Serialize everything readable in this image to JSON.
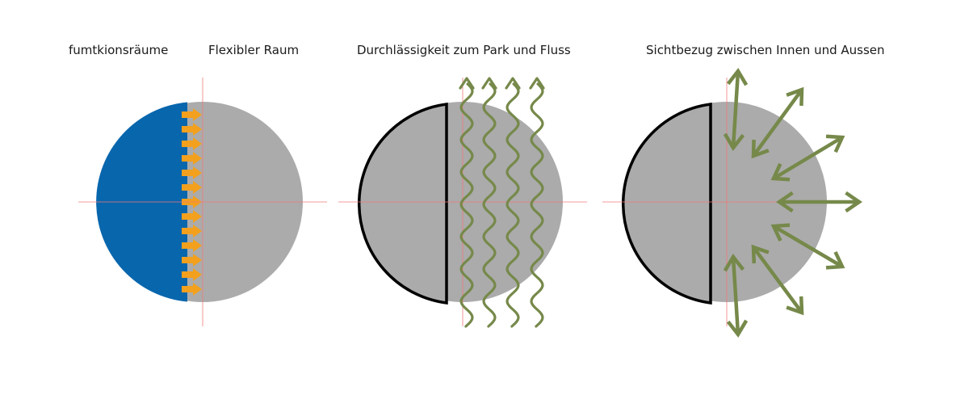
{
  "labels": {
    "functional_rooms": "fumtkionsräume",
    "flexible_room": "Flexibler Raum",
    "permeability": "Durchlässigkeit zum Park und Fluss",
    "visual_relation": "Sichtbezug zwischen Innen und Aussen"
  },
  "colors": {
    "circle_gray": "#ababab",
    "functional_blue": "#0866ad",
    "flow_orange": "#f2a01d",
    "arrow_green": "#76894a",
    "outline_black": "#000000",
    "axis_red": "#f07a7a"
  },
  "icons": {
    "flow_arrows": "orange-right-arrow-icon",
    "permeability_lines": "wavy-arrow-icon",
    "view_arrows": "double-headed-arrow-icon"
  }
}
